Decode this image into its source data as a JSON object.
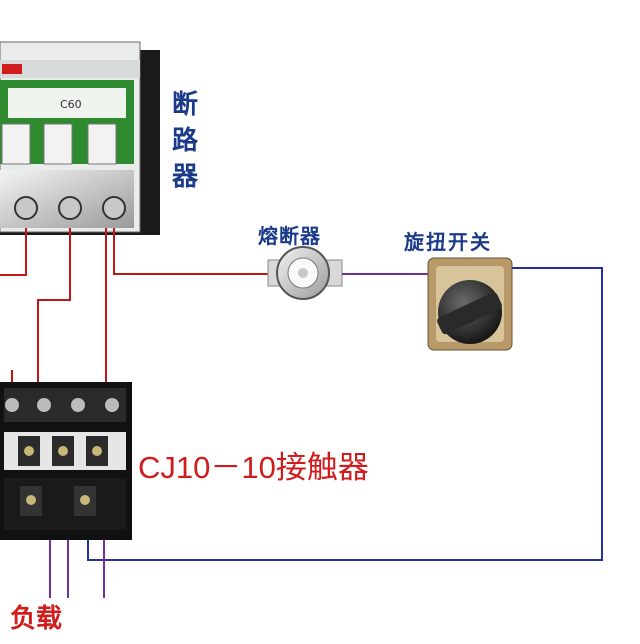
{
  "labels": {
    "breaker": [
      "断",
      "路",
      "器"
    ],
    "fuse": "熔断器",
    "rotary_switch": "旋扭开关",
    "contactor": "CJ10－10接触器",
    "load": "负载"
  },
  "breaker_marking": "C60",
  "colors": {
    "label_blue": "#1b3a8a",
    "label_red": "#d01c1c",
    "wire_red": "#c01818",
    "wire_purple": "#7030a0",
    "wire_blue": "#2030a0",
    "breaker_green": "#2e8a2e"
  }
}
